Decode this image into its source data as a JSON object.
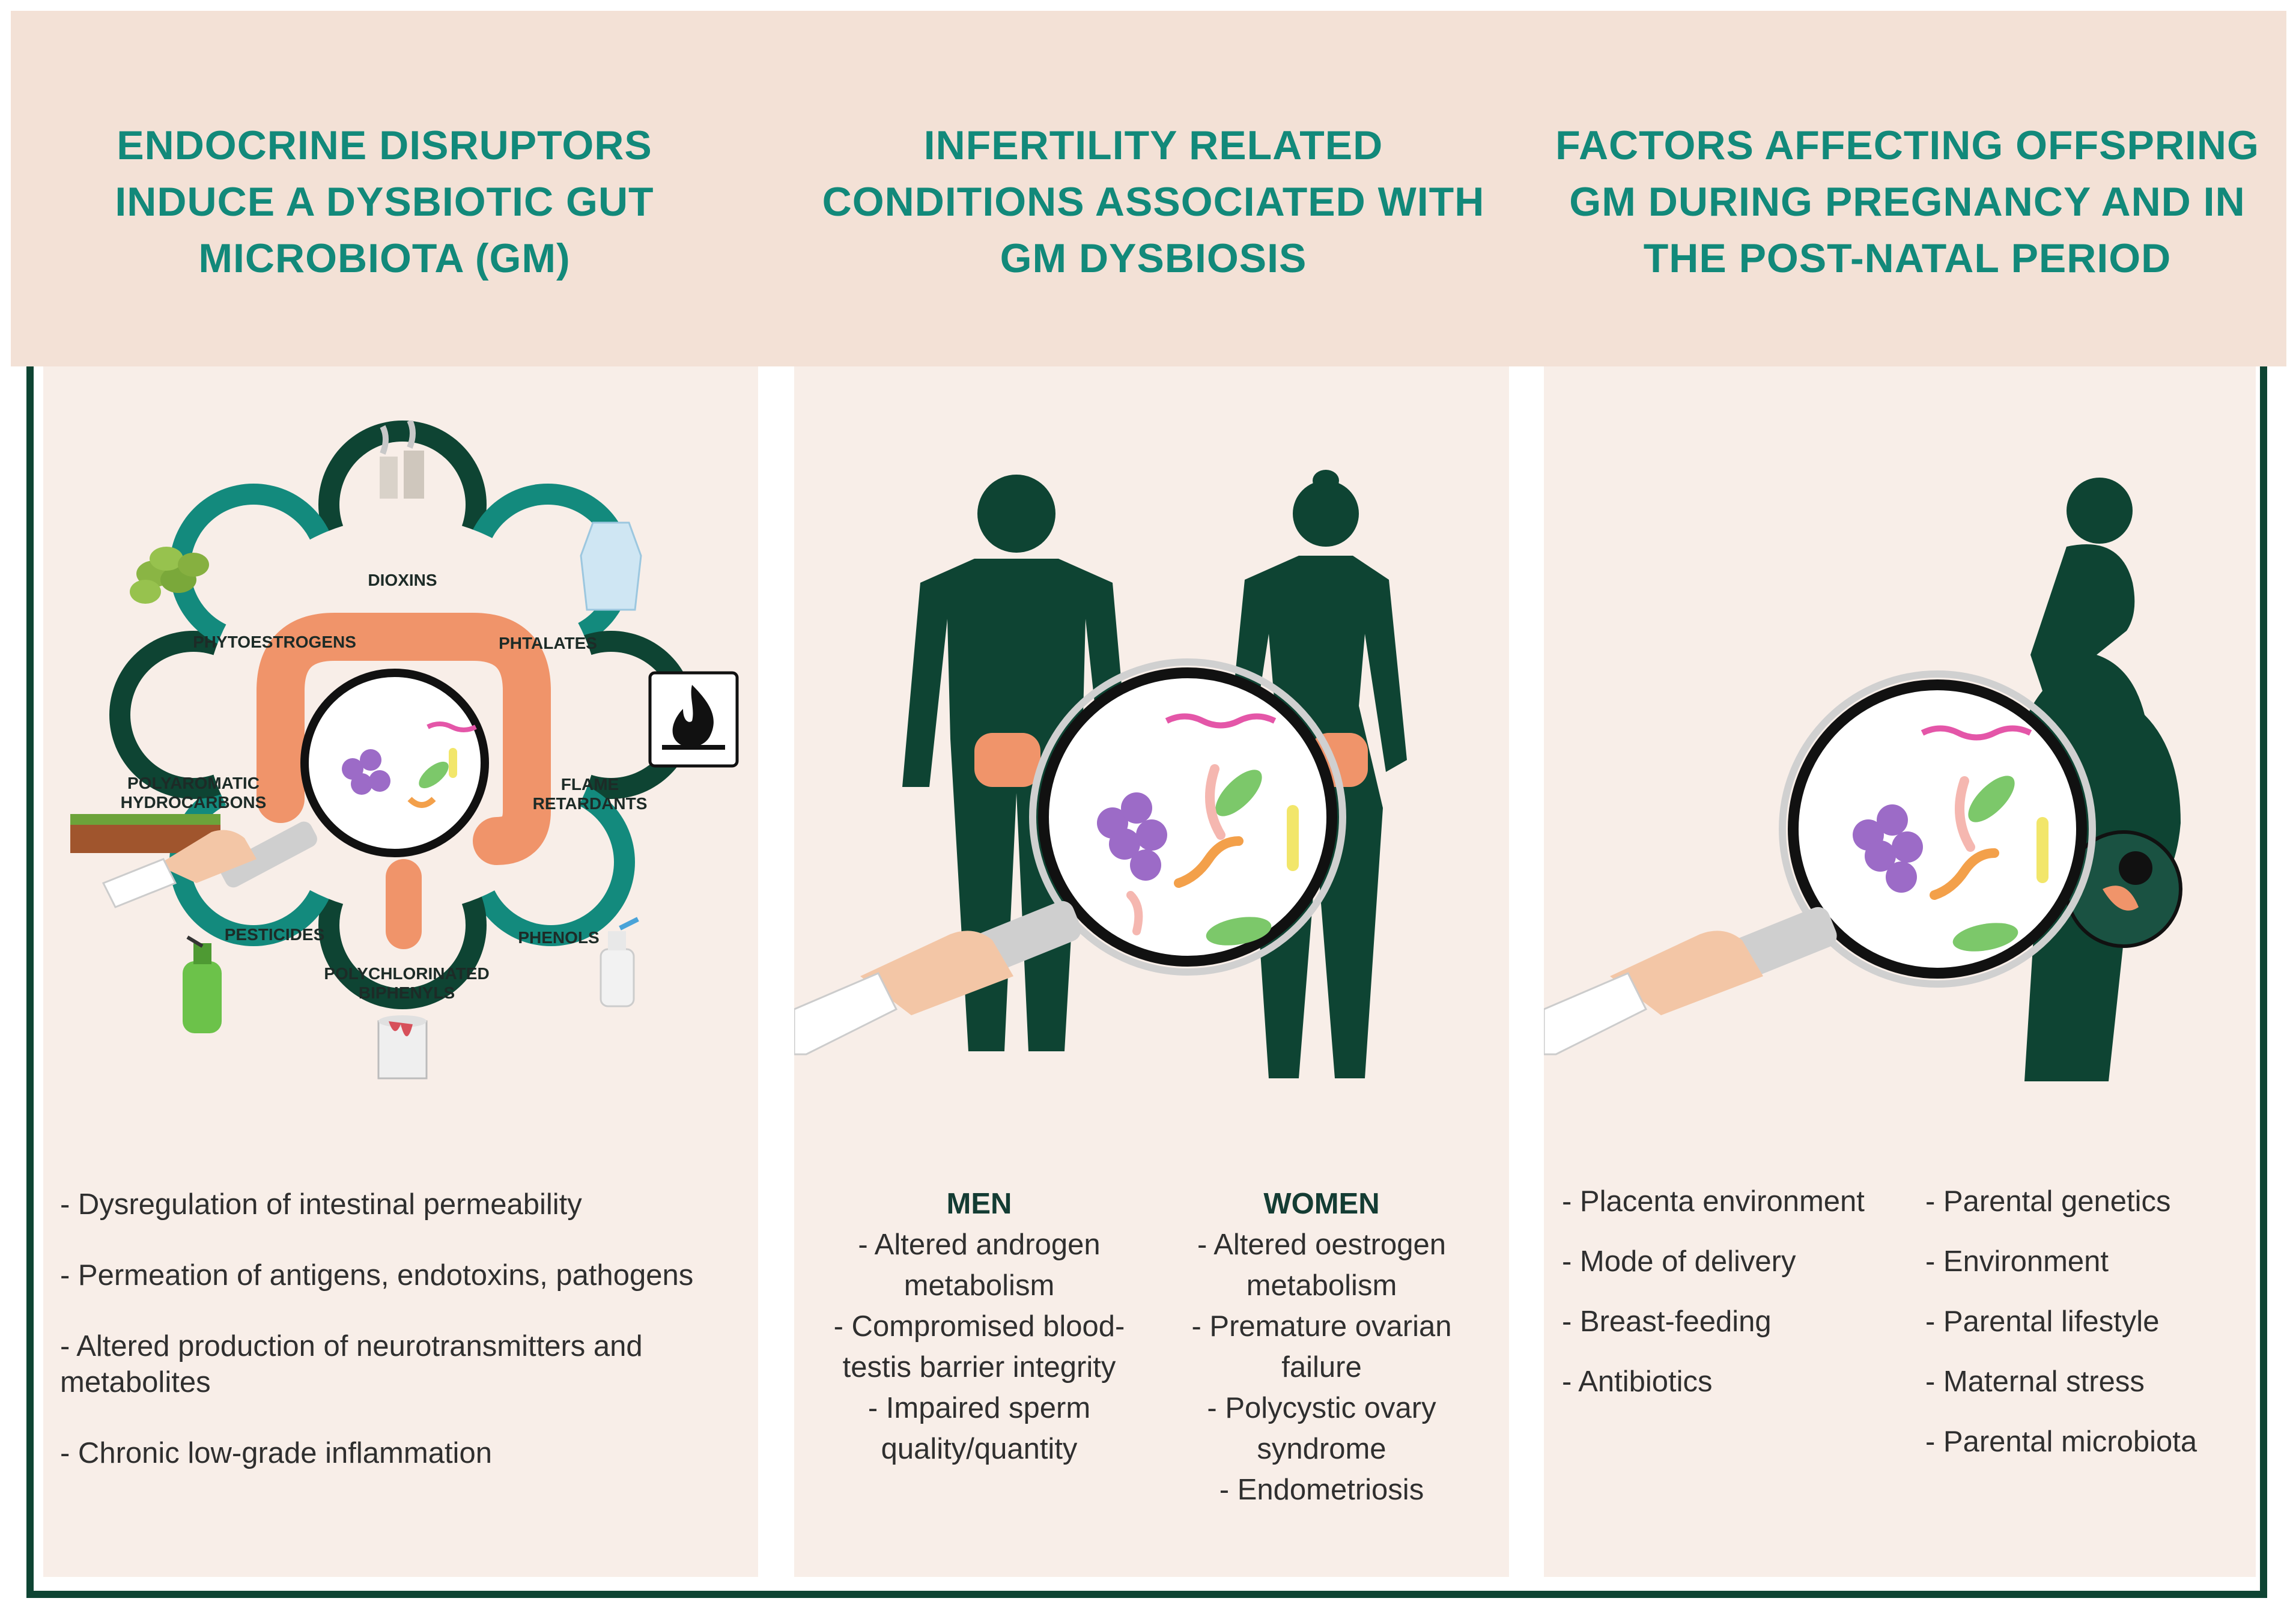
{
  "columns": [
    {
      "title": "ENDOCRINE DISRUPTORS INDUCE A DYSBIOTIC GUT MICROBIOTA (GM)",
      "disruptors": [
        "DIOXINS",
        "PHTALATES",
        "FLAME RETARDANTS",
        "PHENOLS",
        "POLYCHLORINATED BIPHENYLS",
        "PESTICIDES",
        "POLYAROMATIC HYDROCARBONS",
        "PHYTOESTROGENS"
      ],
      "effects": [
        "- Dysregulation of intestinal permeability",
        "- Permeation of antigens, endotoxins, pathogens",
        "- Altered production of neurotransmitters and metabolites",
        "- Chronic low-grade inflammation"
      ]
    },
    {
      "title": "INFERTILITY RELATED CONDITIONS ASSOCIATED WITH GM DYSBIOSIS",
      "men": {
        "heading": "MEN",
        "items": [
          "- Altered androgen metabolism",
          "- Compromised blood-testis barrier integrity",
          "- Impaired sperm quality/quantity"
        ]
      },
      "women": {
        "heading": "WOMEN",
        "items": [
          "- Altered oestrogen metabolism",
          "- Premature ovarian failure",
          "- Polycystic ovary syndrome",
          "- Endometriosis"
        ]
      }
    },
    {
      "title": "FACTORS AFFECTING OFFSPRING GM DURING PREGNANCY AND IN THE POST-NATAL PERIOD",
      "left_factors": [
        "- Placenta environment",
        "- Mode of delivery",
        "- Breast-feeding",
        "- Antibiotics"
      ],
      "right_factors": [
        "- Parental genetics",
        "- Environment",
        "- Parental lifestyle",
        "- Maternal stress",
        "- Parental microbiota"
      ]
    }
  ],
  "colors": {
    "title_teal": "#12897a",
    "dark_green": "#0e4433",
    "ring_teal": "#138a7d",
    "header_bg": "#f3e1d6",
    "panel_bg": "#f8eee8",
    "gut_orange": "#f0946a"
  },
  "icons": [
    "factory-chimneys-icon",
    "plastic-bag-icon",
    "fire-icon",
    "spray-bottle-icon",
    "paint-can-icon",
    "spray-pump-icon",
    "soil-layer-icon",
    "soybeans-icon",
    "magnifier-icon",
    "hand-icon",
    "bacteria-icon",
    "fetus-icon"
  ]
}
